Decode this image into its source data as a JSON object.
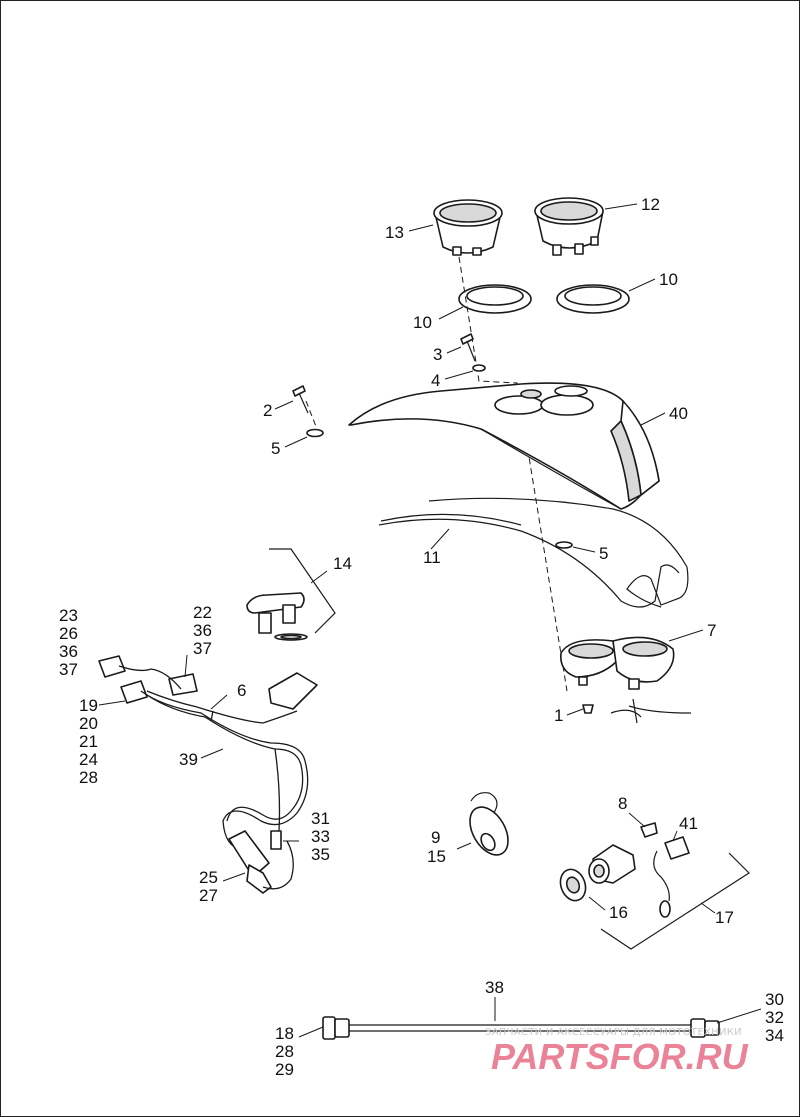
{
  "callouts": {
    "c1": "1",
    "c2": "2",
    "c3": "3",
    "c4": "4",
    "c5a": "5",
    "c5b": "5",
    "c6": "6",
    "c7": "7",
    "c8": "8",
    "c9": "9",
    "c10a": "10",
    "c10b": "10",
    "c11": "11",
    "c12": "12",
    "c13": "13",
    "c14": "14",
    "c15": "15",
    "c16": "16",
    "c17": "17",
    "c18": "18",
    "c28b": "28",
    "c29": "29",
    "c19": "19",
    "c20": "20",
    "c21": "21",
    "c24": "24",
    "c28a": "28",
    "c22": "22",
    "c36b": "36",
    "c37b": "37",
    "c23": "23",
    "c26": "26",
    "c36a": "36",
    "c37a": "37",
    "c25": "25",
    "c27": "27",
    "c30": "30",
    "c32": "32",
    "c34": "34",
    "c31": "31",
    "c33": "33",
    "c35": "35",
    "c38": "38",
    "c39": "39",
    "c40": "40",
    "c41": "41"
  },
  "watermark": {
    "tagline": "ЗАПЧАСТИ И АКСЕССУАРЫ ДЛЯ МОТОТЕХНИКИ",
    "logo": "PARTSFOR.RU"
  }
}
